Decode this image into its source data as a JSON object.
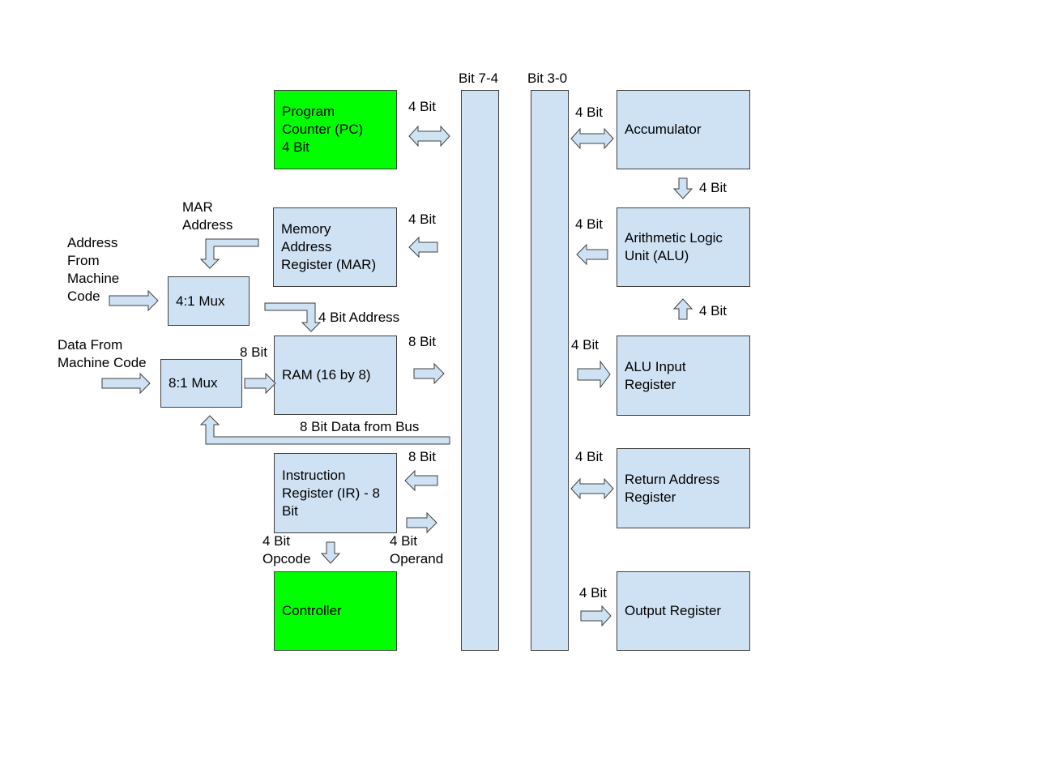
{
  "buses": {
    "high": "Bit 7-4",
    "low": "Bit 3-0"
  },
  "blocks": {
    "pc": "Program\nCounter (PC)\n4 Bit",
    "mar": "Memory\nAddress\nRegister (MAR)",
    "mux4": "4:1 Mux",
    "mux8": "8:1 Mux",
    "ram": "RAM (16 by 8)",
    "ir": "Instruction\nRegister (IR) - 8\nBit",
    "controller": "Controller",
    "accumulator": "Accumulator",
    "alu": "Arithmetic Logic\nUnit (ALU)",
    "alu_input": "ALU Input\nRegister",
    "return_address": "Return Address\nRegister",
    "output": "Output Register"
  },
  "labels": {
    "pc_bus": "4 Bit",
    "mar_bus": "4 Bit",
    "mar_address": "MAR\nAddress",
    "address_from_code": "Address\nFrom\nMachine\nCode",
    "ram_address": "4 Bit Address",
    "data_from_code": "Data From\nMachine Code",
    "mux_to_ram": "8 Bit",
    "ram_to_bus": "8 Bit",
    "bus_to_mux": "8 Bit Data from Bus",
    "bus_to_ir": "8 Bit",
    "ir_opcode": "4 Bit\nOpcode",
    "ir_operand": "4 Bit\nOperand",
    "acc_bus": "4 Bit",
    "acc_alu": "4 Bit",
    "alu_bus": "4 Bit",
    "aluin_alu": "4 Bit",
    "bus_aluin": "4 Bit",
    "ret_bus": "4 Bit",
    "bus_out": "4 Bit"
  },
  "colors": {
    "block": "#cfe2f3",
    "highlight": "#00ff00",
    "stroke": "#404040"
  }
}
